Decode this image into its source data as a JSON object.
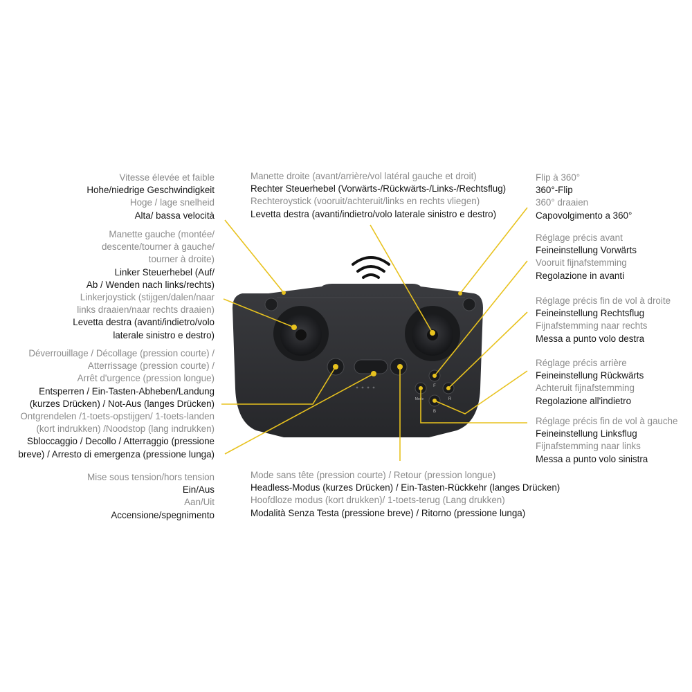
{
  "colors": {
    "leader": "#e8c21e",
    "body": "#2e2f32",
    "grey_text": "#8a8a8a",
    "dark_text": "#141414"
  },
  "labels": {
    "speed": [
      "Vitesse élevée et faible",
      "Hohe/niedrige Geschwindigkeit",
      "Hoge / lage snelheid",
      "Alta/ bassa velocità"
    ],
    "left_stick": [
      "Manette gauche (montée/",
      "descente/tourner à gauche/",
      "tourner à droite)",
      "Linker Steuerhebel (Auf/",
      "Ab / Wenden nach links/rechts)",
      "Linkerjoystick (stijgen/dalen/naar",
      "links draaien/naar rechts draaien)",
      "Levetta destra (avanti/indietro/volo",
      "laterale sinistro e destro)"
    ],
    "unlock": [
      "Déverrouillage / Décollage (pression courte) /",
      "Atterrissage (pression courte) /",
      "Arrêt d'urgence (pression longue)",
      "Entsperren / Ein-Tasten-Abheben/Landung",
      "(kurzes Drücken) / Not-Aus (langes Drücken)",
      "Ontgrendelen /1-toets-opstijgen/ 1-toets-landen",
      "(kort indrukken) /Noodstop (lang indrukken)",
      "Sbloccaggio / Decollo / Atterraggio (pressione",
      "breve) / Arresto di emergenza (pressione lunga)"
    ],
    "power": [
      "Mise sous tension/hors tension",
      "Ein/Aus",
      "Aan/Uit",
      "Accensione/spegnimento"
    ],
    "right_stick": [
      "Manette droite (avant/arrière/vol latéral gauche et droit)",
      "Rechter Steuerhebel (Vorwärts-/Rückwärts-/Links-/Rechtsflug)",
      "Rechteroystick (vooruit/achteruit/links en rechts vliegen)",
      "Levetta destra (avanti/indietro/volo laterale sinistro e destro)"
    ],
    "headless": [
      "Mode sans tête (pression courte) / Retour (pression longue)",
      "Headless-Modus (kurzes Drücken) / Ein-Tasten-Rückkehr (langes Drücken)",
      "Hoofdloze modus (kort drukken)/ 1-toets-terug (Lang drukken)",
      "Modalità Senza Testa (pressione breve) / Ritorno (pressione lunga)"
    ],
    "flip": [
      "Flip à 360°",
      "360°-Flip",
      "360° draaien",
      "Capovolgimento a 360°"
    ],
    "trim_forward": [
      "Réglage précis avant",
      "Feineinstellung Vorwärts",
      "Vooruit fijnafstemming",
      "Regolazione in avanti"
    ],
    "trim_right": [
      "Réglage précis fin de vol à droite",
      "Feineinstellung Rechtsflug",
      "Fijnafstemming naar rechts",
      "Messa a punto volo destra"
    ],
    "trim_back": [
      "Réglage précis arrière",
      "Feineinstellung Rückwärts",
      "Achteruit fijnafstemming",
      "Regolazione all'indietro"
    ],
    "trim_left": [
      "Réglage précis fin de vol à gauche",
      "Feineinstellung Linksflug",
      "Fijnafstemming naar links",
      "Messa a punto volo sinistra"
    ]
  },
  "button_marks": {
    "forward": "F",
    "right": "R",
    "back": "B",
    "left_mode": "Mode"
  }
}
